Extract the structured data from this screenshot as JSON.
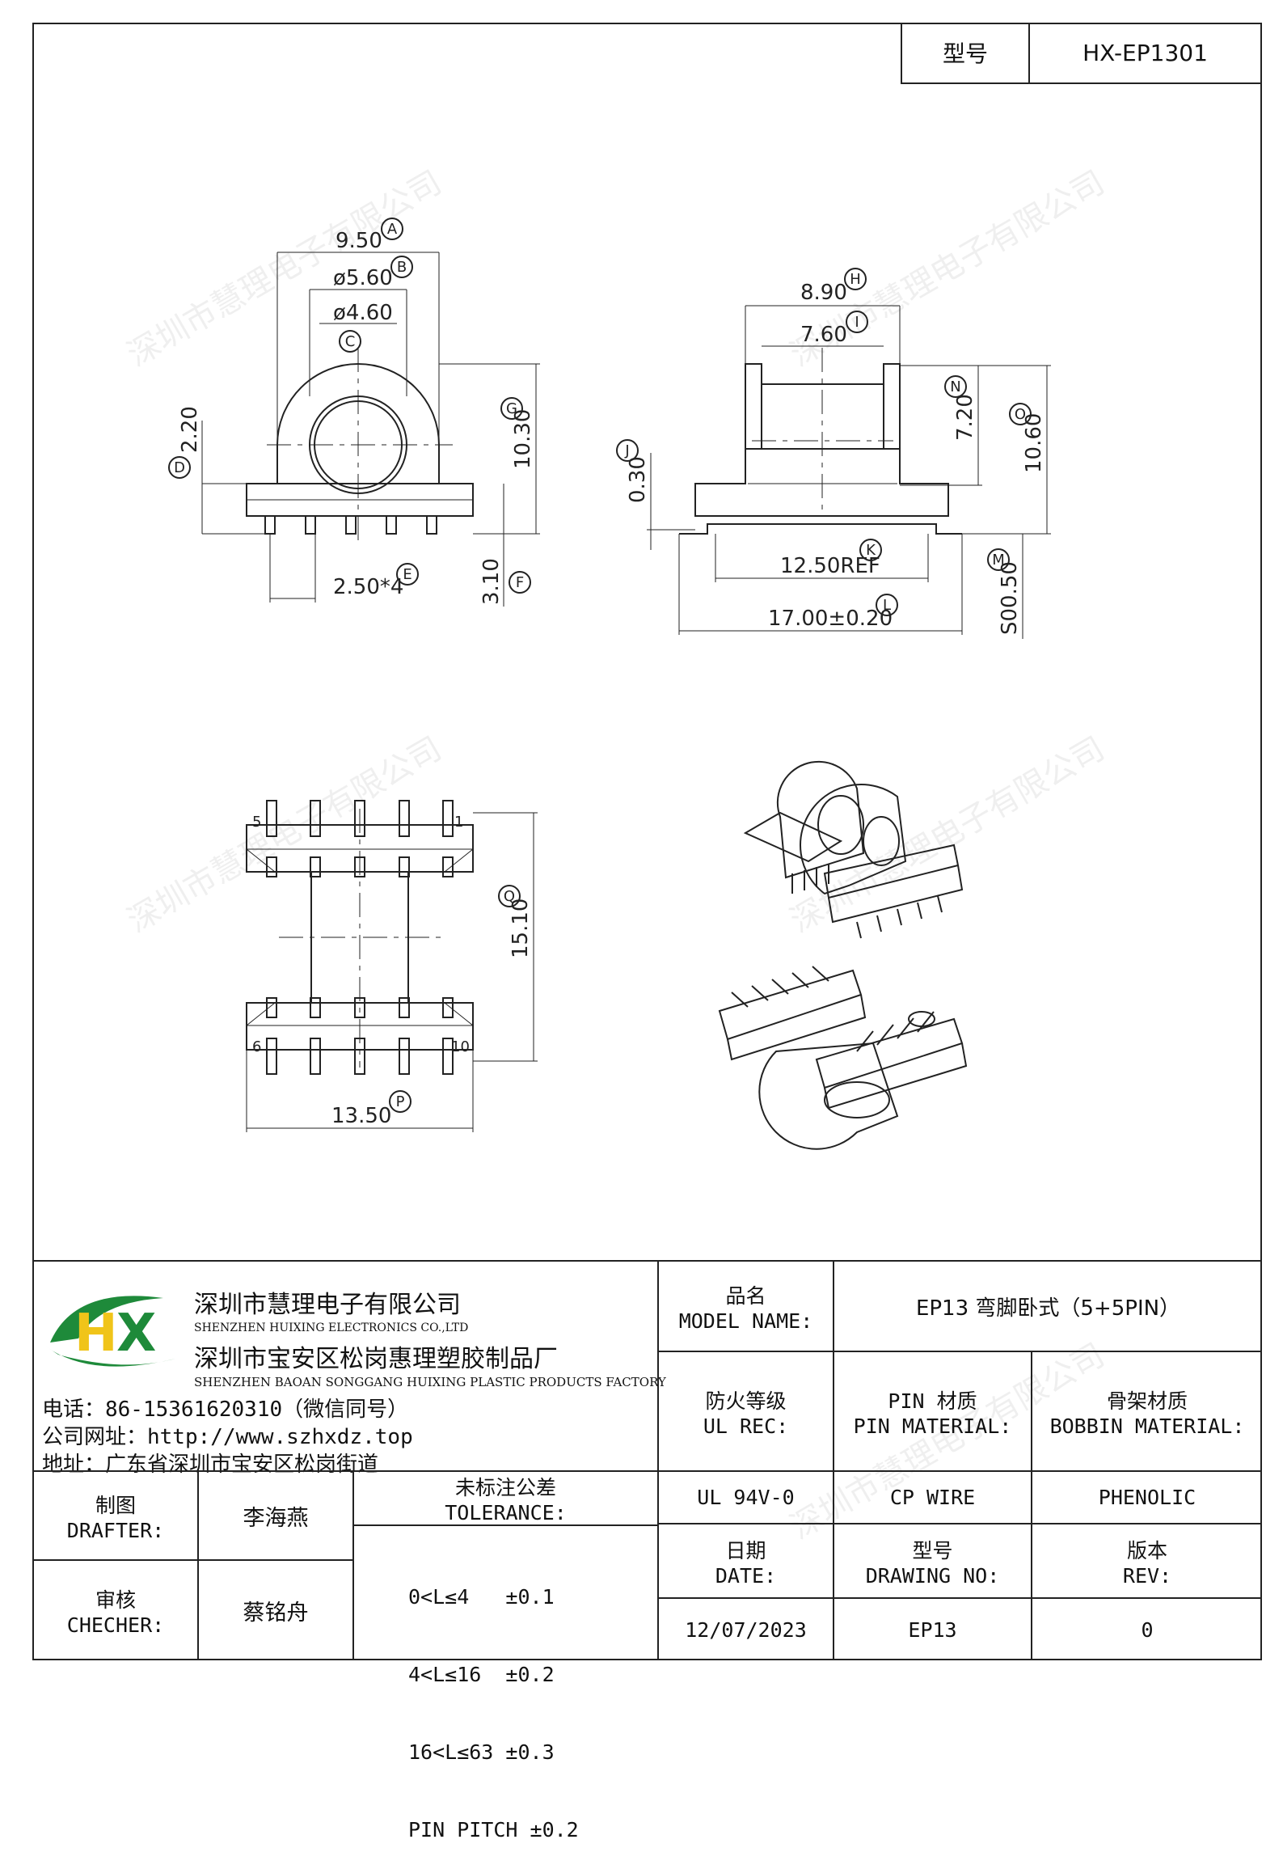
{
  "header": {
    "model_label": "型号",
    "model_value": "HX-EP1301"
  },
  "watermark": "深圳市慧理电子有限公司",
  "drawing": {
    "front_view": {
      "dim_A": "9.50",
      "dim_B": "ø5.60",
      "dim_C_value": "ø4.60",
      "dim_D": "2.20",
      "dim_E": "2.50*4",
      "dim_F": "3.10",
      "dim_G": "10.30",
      "letters": [
        "A",
        "B",
        "C",
        "D",
        "E",
        "F",
        "G"
      ]
    },
    "side_view": {
      "dim_H": "8.90",
      "dim_I": "7.60",
      "dim_J": "0.30",
      "dim_K": "12.50REF",
      "dim_L": "17.00±0.20",
      "dim_M": "S00.50",
      "dim_N": "7.20",
      "dim_O": "10.60",
      "letters": [
        "H",
        "I",
        "J",
        "K",
        "L",
        "M",
        "N",
        "O"
      ]
    },
    "bottom_view": {
      "dim_P": "13.50",
      "dim_Q": "15.10",
      "pin_1": "1",
      "pin_5": "5",
      "pin_6": "6",
      "pin_10": "10",
      "letters": [
        "P",
        "Q"
      ]
    }
  },
  "company": {
    "name_cn": "深圳市慧理电子有限公司",
    "name_en": "SHENZHEN HUIXING ELECTRONICS CO.,LTD",
    "factory_cn": "深圳市宝安区松岗惠理塑胶制品厂",
    "factory_en": "SHENZHEN BAOAN SONGGANG HUIXING PLASTIC PRODUCTS FACTORY",
    "phone": "电话：86-15361620310（微信同号）",
    "website": "公司网址：http://www.szhxdz.top",
    "address": "地址：广东省深圳市宝安区松岗街道",
    "logo_text": "HX"
  },
  "title_block": {
    "model_name_cn": "品名",
    "model_name_en": "MODEL NAME:",
    "model_name_value": "EP13 弯脚卧式（5+5PIN）",
    "ul_rec_cn": "防火等级",
    "ul_rec_en": "UL REC:",
    "pin_material_cn": "PIN 材质",
    "pin_material_en": "PIN MATERIAL:",
    "bobbin_material_cn": "骨架材质",
    "bobbin_material_en": "BOBBIN MATERIAL:",
    "ul_rec_value": "UL 94V-0",
    "pin_material_value": "CP WIRE",
    "bobbin_material_value": "PHENOLIC",
    "date_cn": "日期",
    "date_en": "DATE:",
    "drawing_no_cn": "型号",
    "drawing_no_en": "DRAWING NO:",
    "rev_cn": "版本",
    "rev_en": "REV:",
    "date_value": "12/07/2023",
    "drawing_no_value": "EP13",
    "rev_value": "0",
    "drafter_cn": "制图",
    "drafter_en": "DRAFTER:",
    "drafter_value": "李海燕",
    "checker_cn": "审核",
    "checker_en": "CHECHER:",
    "checker_value": "蔡铭舟",
    "tolerance_cn": "未标注公差",
    "tolerance_en": "TOLERANCE:",
    "tolerance_lines": [
      "0<L≤4   ±0.1",
      "4<L≤16  ±0.2",
      "16<L≤63 ±0.3",
      "PIN PITCH ±0.2"
    ]
  }
}
